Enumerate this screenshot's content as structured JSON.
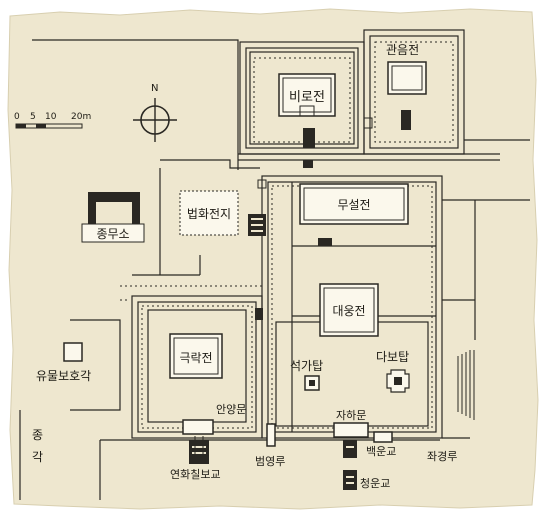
{
  "map": {
    "colors": {
      "paper": "#eee7cf",
      "ink": "#2a2823",
      "hall_fill": "#fbf8ec"
    },
    "compass": {
      "label": "N"
    },
    "scale_bar": {
      "ticks": [
        "0",
        "5",
        "10",
        "20m"
      ]
    },
    "buildings": {
      "birojeon": "비로전",
      "gwaneumjeon": "관음전",
      "museoljeon": "무설전",
      "beophwajeonji": "법화전지",
      "jongmuso": "종무소",
      "daeungjeon": "대웅전",
      "geungnakjeon": "극락전",
      "yumulbohogak": "유물보호각",
      "seokgatap": "석가탑",
      "dabotap": "다보탑",
      "anyangmun": "안양문",
      "jahamun": "자하문",
      "jonggak": "종각",
      "beomyeongnu": "범영루",
      "jwagyeongnu": "좌경루",
      "baegungyo": "백운교",
      "cheongungyo": "청운교",
      "yeonhwachilbogyo": "연화칠보교"
    }
  }
}
